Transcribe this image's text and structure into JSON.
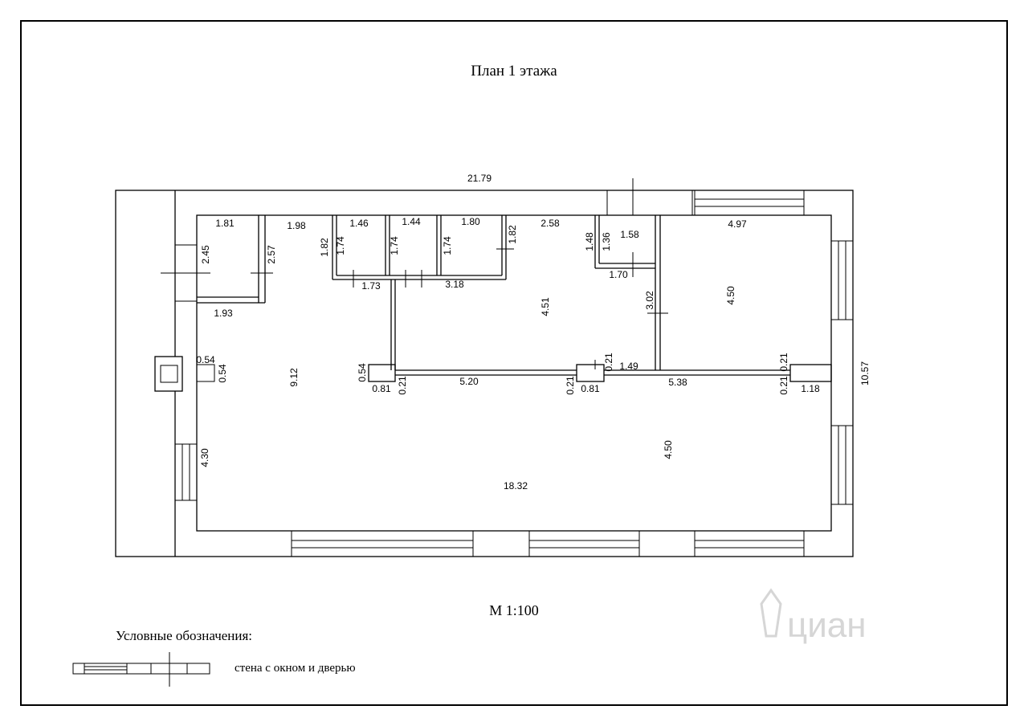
{
  "title": "План 1 этажа",
  "scale": "М 1:100",
  "legend": {
    "heading": "Условные обозначения:",
    "item": "стена с окном и дверью"
  },
  "watermark": "циан",
  "dimensions": [
    {
      "id": "total-length",
      "value": "21.79"
    },
    {
      "id": "total-width",
      "value": "10.57"
    },
    {
      "id": "top-a",
      "value": "1.81"
    },
    {
      "id": "top-b",
      "value": "1.98"
    },
    {
      "id": "top-c",
      "value": "1.46"
    },
    {
      "id": "top-d",
      "value": "1.44"
    },
    {
      "id": "top-e",
      "value": "1.80"
    },
    {
      "id": "top-f",
      "value": "2.58"
    },
    {
      "id": "top-g",
      "value": "1.58"
    },
    {
      "id": "top-h",
      "value": "4.97"
    },
    {
      "id": "v-245",
      "value": "2.45"
    },
    {
      "id": "v-257",
      "value": "2.57"
    },
    {
      "id": "v-182a",
      "value": "1.82"
    },
    {
      "id": "v-174a",
      "value": "1.74"
    },
    {
      "id": "v-174b",
      "value": "1.74"
    },
    {
      "id": "v-174c",
      "value": "1.74"
    },
    {
      "id": "v-182b",
      "value": "1.82"
    },
    {
      "id": "v-148",
      "value": "1.48"
    },
    {
      "id": "v-136",
      "value": "1.36"
    },
    {
      "id": "h-193",
      "value": "1.93"
    },
    {
      "id": "h-173",
      "value": "1.73"
    },
    {
      "id": "h-318",
      "value": "3.18"
    },
    {
      "id": "h-170",
      "value": "1.70"
    },
    {
      "id": "v-451",
      "value": "4.51"
    },
    {
      "id": "v-302",
      "value": "3.02"
    },
    {
      "id": "v-450a",
      "value": "4.50"
    },
    {
      "id": "h-054",
      "value": "0.54"
    },
    {
      "id": "v-054a",
      "value": "0.54"
    },
    {
      "id": "v-912",
      "value": "9.12"
    },
    {
      "id": "v-054b",
      "value": "0.54"
    },
    {
      "id": "h-081a",
      "value": "0.81"
    },
    {
      "id": "v-021a",
      "value": "0.21"
    },
    {
      "id": "h-520",
      "value": "5.20"
    },
    {
      "id": "v-021b",
      "value": "0.21"
    },
    {
      "id": "h-081b",
      "value": "0.81"
    },
    {
      "id": "v-021c",
      "value": "0.21"
    },
    {
      "id": "h-149",
      "value": "1.49"
    },
    {
      "id": "h-538",
      "value": "5.38"
    },
    {
      "id": "v-021d",
      "value": "0.21"
    },
    {
      "id": "v-021e",
      "value": "0.21"
    },
    {
      "id": "h-118",
      "value": "1.18"
    },
    {
      "id": "v-430",
      "value": "4.30"
    },
    {
      "id": "v-450b",
      "value": "4.50"
    },
    {
      "id": "h-1832",
      "value": "18.32"
    }
  ]
}
